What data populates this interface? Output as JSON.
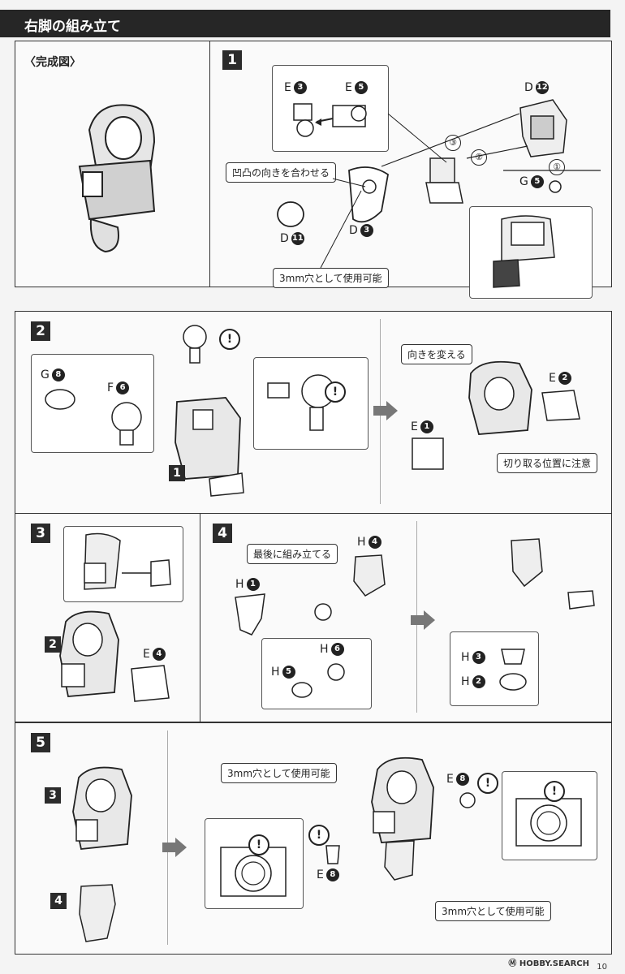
{
  "title": "右脚の組み立て",
  "complete_label": "〈完成図〉",
  "step1": {
    "number": "1",
    "callout_align": "凹凸の向きを合わせる",
    "callout_hole": "3mm穴として使用可能",
    "parts": {
      "e3": "E",
      "e3n": "3",
      "e5": "E",
      "e5n": "5",
      "d12": "D",
      "d12n": "12",
      "g5": "G",
      "g5n": "5",
      "d11": "D",
      "d11n": "11",
      "d3": "D",
      "d3n": "3"
    },
    "order": [
      "③",
      "②",
      "①"
    ]
  },
  "step2": {
    "number": "2",
    "g8": "G",
    "g8n": "8",
    "f6": "F",
    "f6n": "6",
    "ref": "1",
    "callout_turn": "向きを変える",
    "callout_cut": "切り取る位置に注意",
    "e2": "E",
    "e2n": "2",
    "e1": "E",
    "e1n": "1"
  },
  "step3": {
    "number": "3",
    "ref": "2",
    "e4": "E",
    "e4n": "4"
  },
  "step4": {
    "number": "4",
    "callout_last": "最後に組み立てる",
    "h4": "H",
    "h4n": "4",
    "h1": "H",
    "h1n": "1",
    "h6": "H",
    "h6n": "6",
    "h5": "H",
    "h5n": "5",
    "h3": "H",
    "h3n": "3",
    "h2": "H",
    "h2n": "2"
  },
  "step5": {
    "number": "5",
    "ref3": "3",
    "ref4": "4",
    "callout_hole_top": "3mm穴として使用可能",
    "callout_hole_bottom": "3mm穴として使用可能",
    "e8a": "E",
    "e8an": "8",
    "e8b": "E",
    "e8bn": "8"
  },
  "footer": {
    "logo": "Ⓜ HOBBY.SEARCH",
    "page": "10"
  }
}
